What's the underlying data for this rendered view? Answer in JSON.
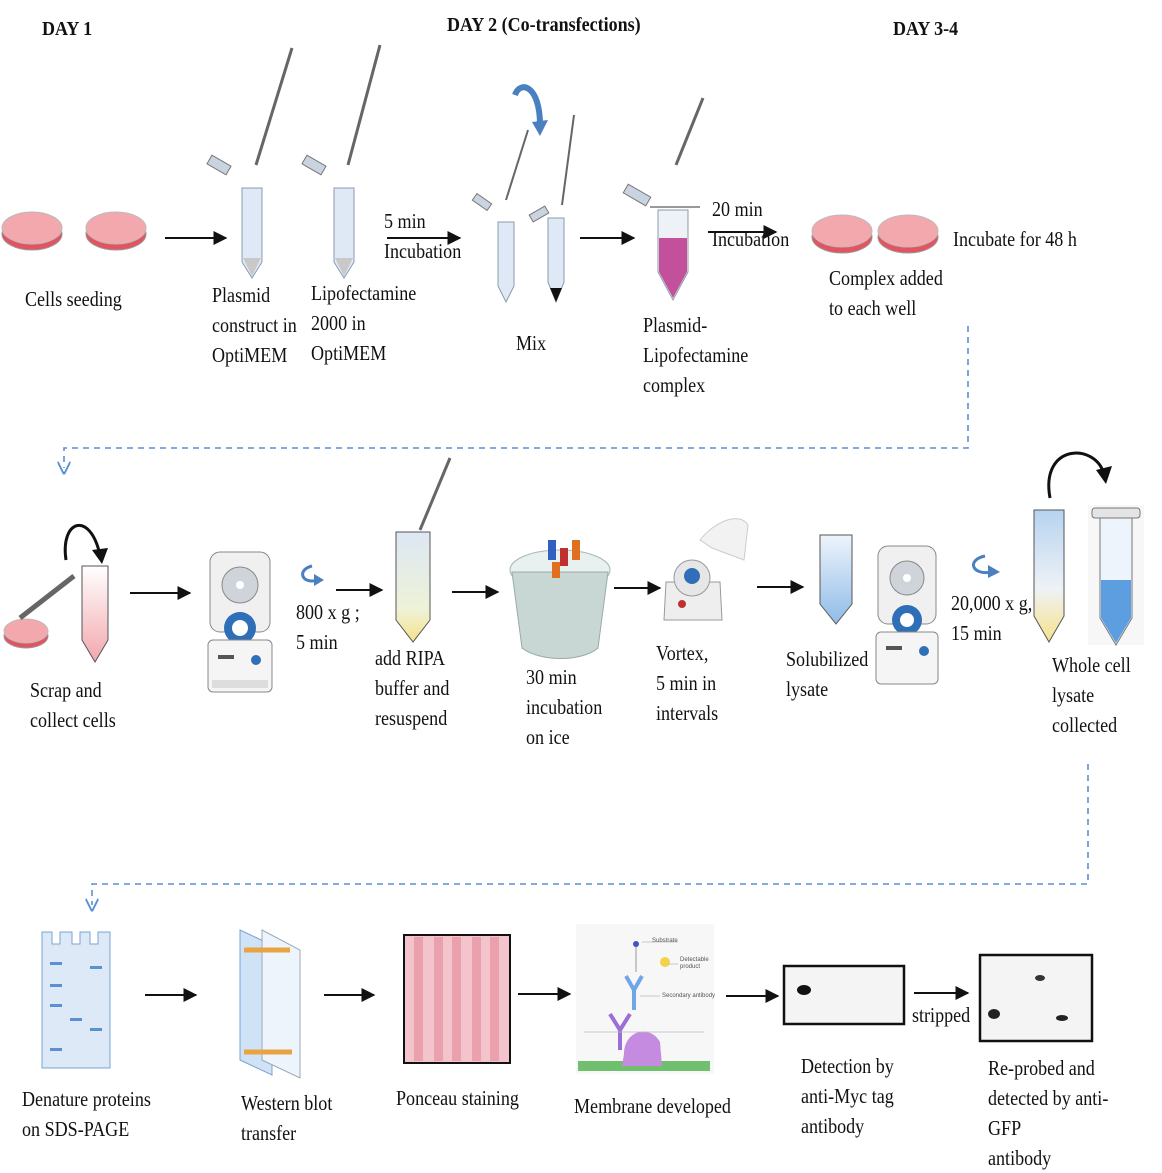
{
  "days": {
    "day1": "DAY 1",
    "day2": "DAY 2 (Co-transfections)",
    "day34": "DAY 3-4"
  },
  "row1": {
    "cells_seeding": "Cells seeding",
    "plasmid": "Plasmid\nconstruct in\nOptiMEM",
    "lipofectamine": "Lipofectamine\n2000 in\nOptiMEM",
    "incubation_5": "5 min\nIncubation",
    "mix": "Mix",
    "complex": "Plasmid-\nLipofectamine\ncomplex",
    "incubation_20": "20 min\nIncubation",
    "complex_added": "Complex added\nto each well",
    "incubate_48": "Incubate for 48 h"
  },
  "row2": {
    "scrap": "Scrap and\ncollect cells",
    "spin_800": "800 x g ;\n5 min",
    "ripa": "add RIPA\nbuffer  and\nresuspend",
    "ice": "30 min\nincubation\non ice",
    "vortex": "Vortex,\n5 min in\nintervals",
    "solubilized": "Solubilized\nlysate",
    "spin_20000": "20,000 x g,\n15 min",
    "whole_cell": "Whole cell\nlysate\ncollected"
  },
  "row3": {
    "sds": "Denature proteins\non SDS-PAGE",
    "transfer": "Western blot\ntransfer",
    "ponceau": "Ponceau staining",
    "membrane": "Membrane developed",
    "myc": "Detection by\nanti-Myc tag\nantibody",
    "stripped": "stripped",
    "gfp": "Re-probed and\ndetected by anti-GFP\nantibody"
  },
  "membrane_legend": {
    "substrate": "Substrate",
    "product": "Detectable\nproduct",
    "secondary": "Secondary antibody"
  },
  "colors": {
    "dash": "#5b8fd6",
    "dish": "#e2545f",
    "pink_liquid": "#c2509a",
    "tube": "#dfe9f5"
  }
}
